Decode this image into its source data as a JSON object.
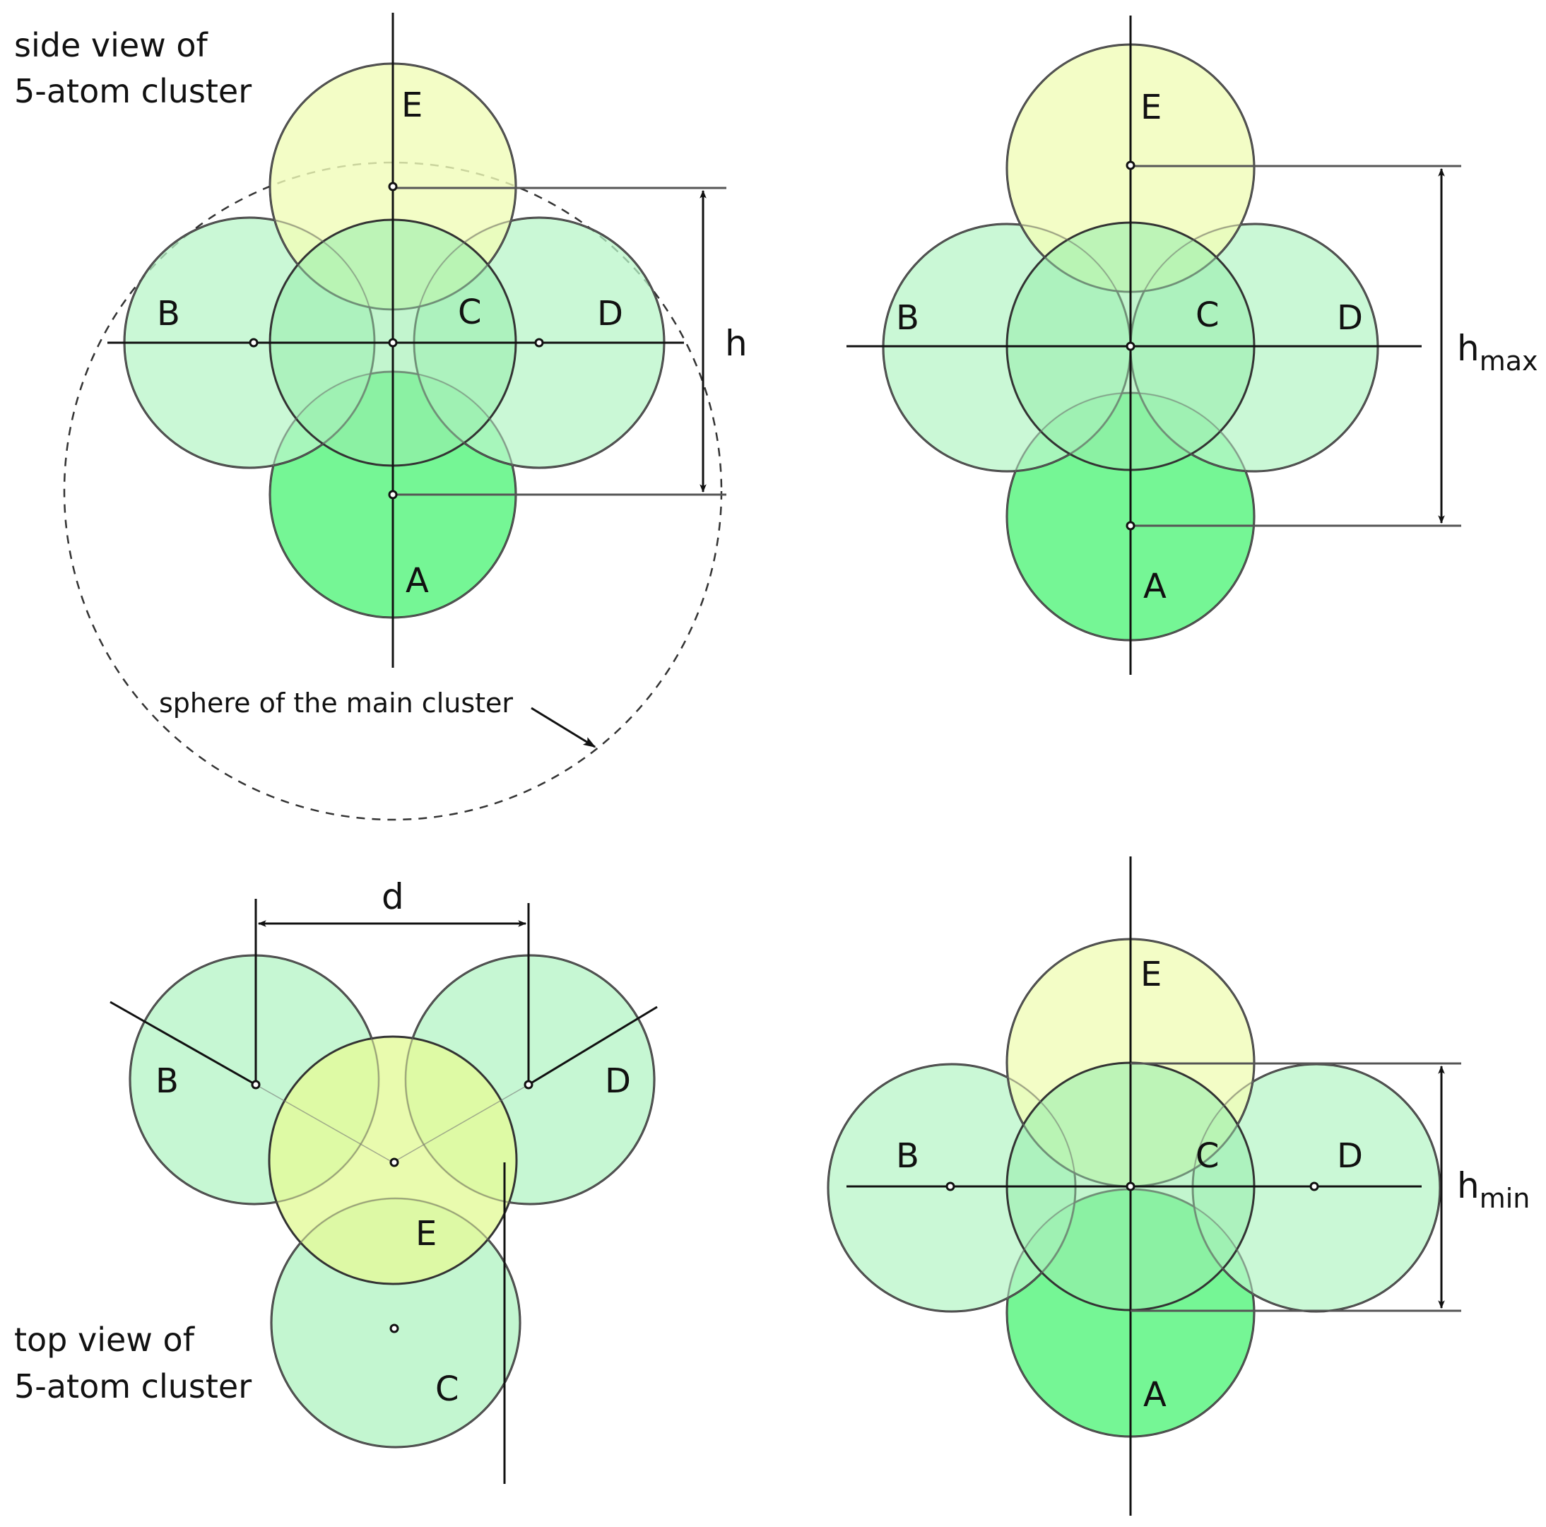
{
  "panels": {
    "side_view": {
      "caption_line1": "side view of",
      "caption_line2": "5-atom cluster",
      "atoms": {
        "A": "A",
        "B": "B",
        "C": "C",
        "D": "D",
        "E": "E"
      },
      "dimension": "h",
      "note": "sphere of the main cluster"
    },
    "side_view_max": {
      "atoms": {
        "A": "A",
        "B": "B",
        "C": "C",
        "D": "D",
        "E": "E"
      },
      "dimension_base": "h",
      "dimension_sub": "max"
    },
    "top_view": {
      "caption_line1": "top view of",
      "caption_line2": "5-atom cluster",
      "atoms": {
        "B": "B",
        "C": "C",
        "D": "D",
        "E": "E"
      },
      "dimension": "d"
    },
    "side_view_min": {
      "atoms": {
        "A": "A",
        "B": "B",
        "C": "C",
        "D": "D",
        "E": "E"
      },
      "dimension_base": "h",
      "dimension_sub": "min"
    }
  },
  "colors": {
    "atom_light_green": "#b8f5c8",
    "atom_mid_green": "#99eeae",
    "atom_strong_green": "#66f58a",
    "atom_yellow": "#f0fcb8",
    "atom_yellow_top": "#e4fa9a",
    "outline": "#333333"
  }
}
